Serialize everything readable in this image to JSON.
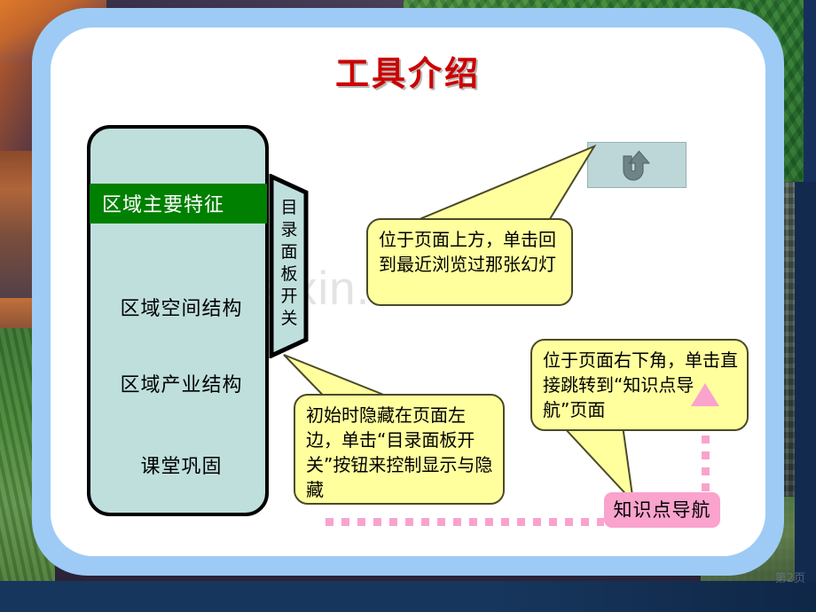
{
  "slide": {
    "title": "工具介绍",
    "page_number": "第2页",
    "watermark": "www.zixin.com.cn",
    "accent_colors": {
      "title_red": "#cc0000",
      "frame_blue": "#9dcbf5",
      "panel_teal": "#bfdfdd",
      "active_green": "#008000",
      "callout_yellow": "#ffff9e",
      "pink": "#f9a3cd",
      "uturn_box": "#bdd7d8"
    }
  },
  "menu_panel": {
    "items": [
      {
        "label": "区域主要特征",
        "active": true
      },
      {
        "label": "区域空间结构",
        "active": false
      },
      {
        "label": "区域产业结构",
        "active": false
      },
      {
        "label": "课堂巩固",
        "active": false
      }
    ]
  },
  "side_tab": {
    "label": "目录面板开关",
    "chars": [
      "目",
      "录",
      "面",
      "板",
      "开",
      "关"
    ]
  },
  "uturn_button": {
    "icon": "u-turn-arrow-icon"
  },
  "callouts": [
    {
      "id": "callout-top-arrow",
      "text": "位于页面上方，单击回到最近浏览过那张幻灯"
    },
    {
      "id": "callout-menu-toggle",
      "text": "初始时隐藏在页面左边，单击“目录面板开关”按钮来控制显示与隐藏"
    },
    {
      "id": "callout-knowledge-nav",
      "text": "位于页面右下角，单击直接跳转到“知识点导航”页面"
    }
  ],
  "nav_button": {
    "label": "知识点导航"
  }
}
